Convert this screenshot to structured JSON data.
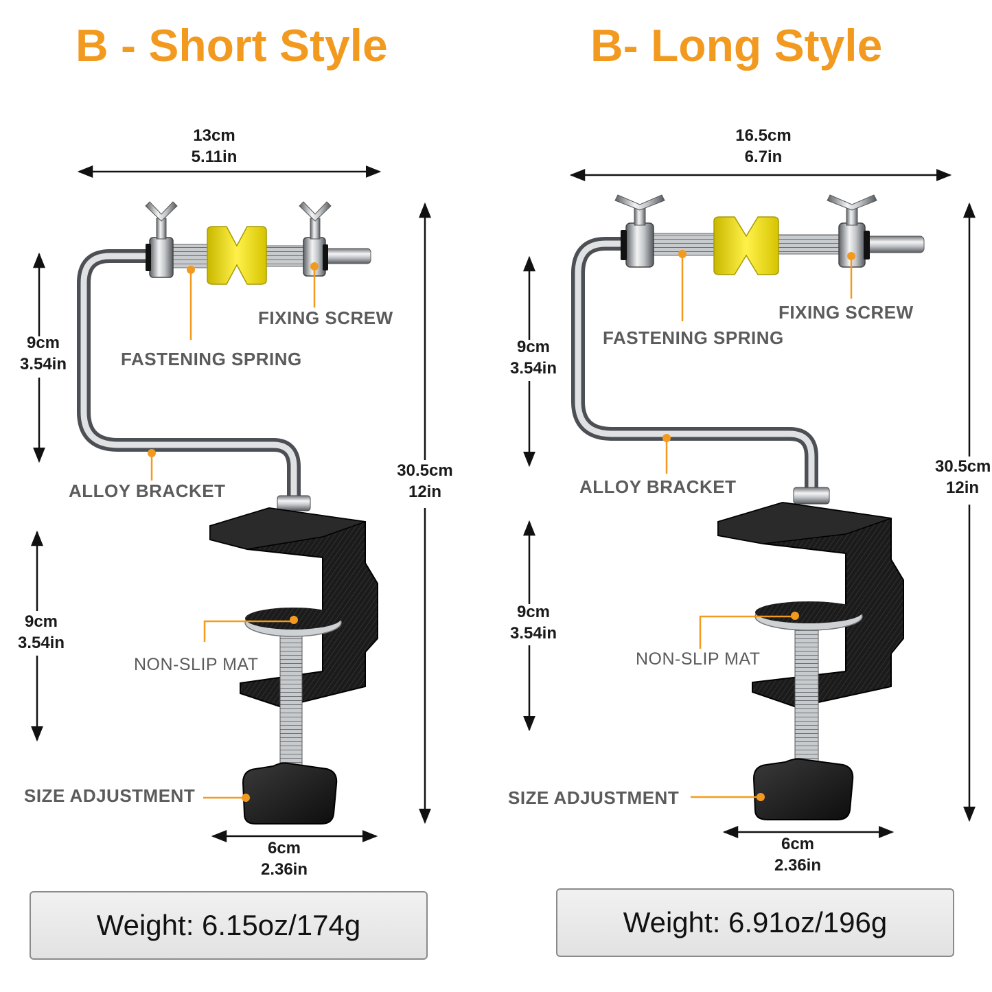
{
  "short": {
    "title": "B - Short Style",
    "width_cm": "13cm",
    "width_in": "5.11in",
    "upper_cm": "9cm",
    "upper_in": "3.54in",
    "lower_cm": "9cm",
    "lower_in": "3.54in",
    "height_cm": "30.5cm",
    "height_in": "12in",
    "base_cm": "6cm",
    "base_in": "2.36in",
    "label_fixing_screw": "FIXING SCREW",
    "label_fastening_spring": "FASTENING SPRING",
    "label_alloy_bracket": "ALLOY BRACKET",
    "label_non_slip_mat": "NON-SLIP MAT",
    "label_size_adjustment": "SIZE ADJUSTMENT",
    "weight": "Weight: 6.15oz/174g"
  },
  "long": {
    "title": "B- Long Style",
    "width_cm": "16.5cm",
    "width_in": "6.7in",
    "upper_cm": "9cm",
    "upper_in": "3.54in",
    "lower_cm": "9cm",
    "lower_in": "3.54in",
    "height_cm": "30.5cm",
    "height_in": "12in",
    "base_cm": "6cm",
    "base_in": "2.36in",
    "label_fixing_screw": "FIXING SCREW",
    "label_fastening_spring": "FASTENING SPRING",
    "label_alloy_bracket": "ALLOY BRACKET",
    "label_non_slip_mat": "NON-SLIP MAT",
    "label_size_adjustment": "SIZE ADJUSTMENT",
    "weight": "Weight: 6.91oz/196g"
  },
  "colors": {
    "accent_orange": "#f29a1f",
    "spool_yellow": "#f2e21a",
    "clamp_black": "#151515",
    "steel": "#b9bcc0"
  }
}
